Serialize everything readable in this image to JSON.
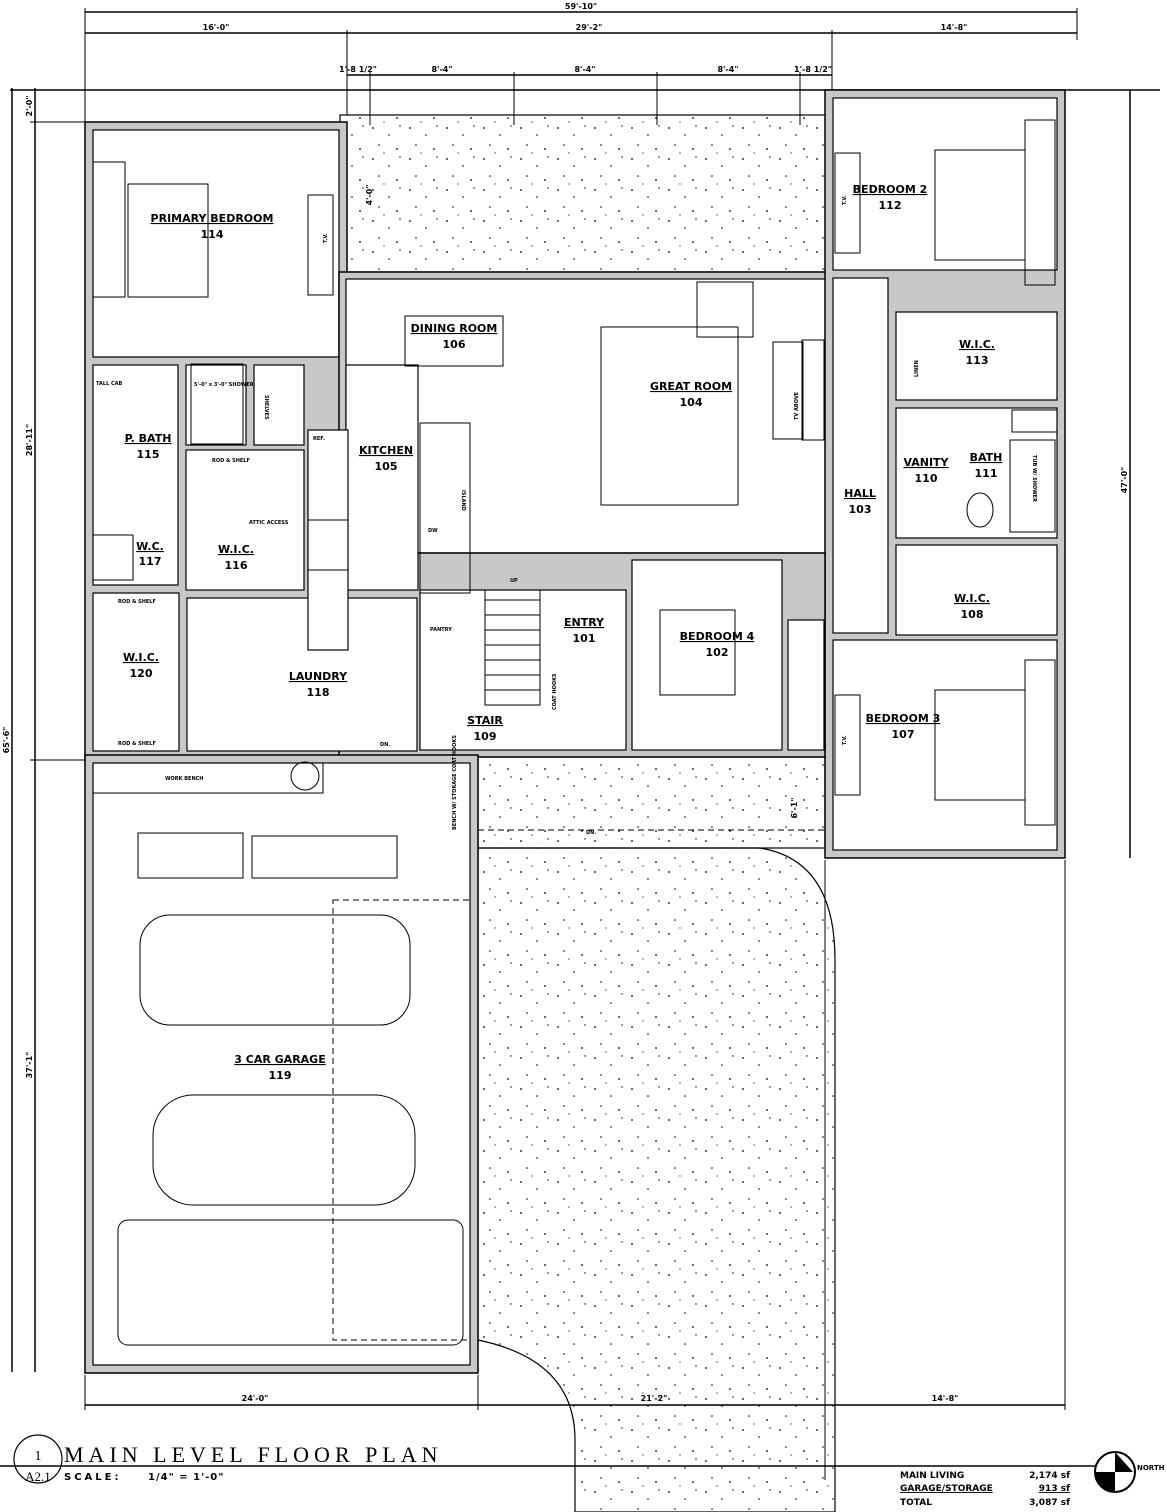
{
  "title": "MAIN LEVEL FLOOR PLAN",
  "detail_number": "1",
  "sheet_number": "A2.1",
  "scale_label": "SCALE:",
  "scale_value": "1/4\" = 1'-0\"",
  "north_label": "NORTH",
  "dimensions": {
    "top_overall": "59'-10\"",
    "top_segments": [
      "16'-0\"",
      "29'-2\"",
      "14'-8\""
    ],
    "patio_segments": [
      "1'-8 1/2\"",
      "8'-4\"",
      "8'-4\"",
      "8'-4\"",
      "1'-8 1/2\""
    ],
    "left_overall": "65'-6\"",
    "left_segments": [
      "2'-0\"",
      "28'-11\"",
      "37'-1\""
    ],
    "right_overall": "47'-0\"",
    "bottom_segments": [
      "24'-0\"",
      "21'-2\"",
      "14'-8\""
    ],
    "patio_depth": "4'-0\"",
    "porch_depth": "6'-1\""
  },
  "rooms": [
    {
      "name": "PRIMARY BEDROOM",
      "number": "114"
    },
    {
      "name": "P. BATH",
      "number": "115"
    },
    {
      "name": "W.I.C.",
      "number": "116"
    },
    {
      "name": "W.C.",
      "number": "117"
    },
    {
      "name": "W.I.C.",
      "number": "120"
    },
    {
      "name": "LAUNDRY",
      "number": "118"
    },
    {
      "name": "KITCHEN",
      "number": "105"
    },
    {
      "name": "DINING ROOM",
      "number": "106"
    },
    {
      "name": "GREAT ROOM",
      "number": "104"
    },
    {
      "name": "STAIR",
      "number": "109"
    },
    {
      "name": "ENTRY",
      "number": "101"
    },
    {
      "name": "BEDROOM 4",
      "number": "102"
    },
    {
      "name": "HALL",
      "number": "103"
    },
    {
      "name": "BEDROOM 2",
      "number": "112"
    },
    {
      "name": "W.I.C.",
      "number": "113"
    },
    {
      "name": "VANITY",
      "number": "110"
    },
    {
      "name": "BATH",
      "number": "111"
    },
    {
      "name": "W.I.C.",
      "number": "108"
    },
    {
      "name": "BEDROOM 3",
      "number": "107"
    },
    {
      "name": "3 CAR GARAGE",
      "number": "119"
    }
  ],
  "notes": {
    "tv": "T.V.",
    "tall_cab": "TALL CAB",
    "shelves": "SHELVES",
    "shower": "5'-0\" x 3'-0\" SHOWER",
    "rod_shelf": "ROD & SHELF",
    "attic": "ATTIC ACCESS",
    "pantry": "PANTRY",
    "up": "UP",
    "dn": "DN.",
    "work_bench": "WORK BENCH",
    "linen": "LINEN",
    "island": "ISLAND",
    "dw": "DW",
    "tv_above": "TV ABOVE",
    "coat_hooks": "COAT HOOKS",
    "bench": "BENCH W/ STORAGE COAT HOOKS",
    "tub": "TUB W/ SHOWER",
    "ref": "REF."
  },
  "area_schedule": [
    {
      "label": "MAIN LIVING",
      "value": "2,174 sf"
    },
    {
      "label": "GARAGE/STORAGE",
      "value": "913 sf"
    },
    {
      "label": "TOTAL",
      "value": "3,087 sf"
    }
  ]
}
